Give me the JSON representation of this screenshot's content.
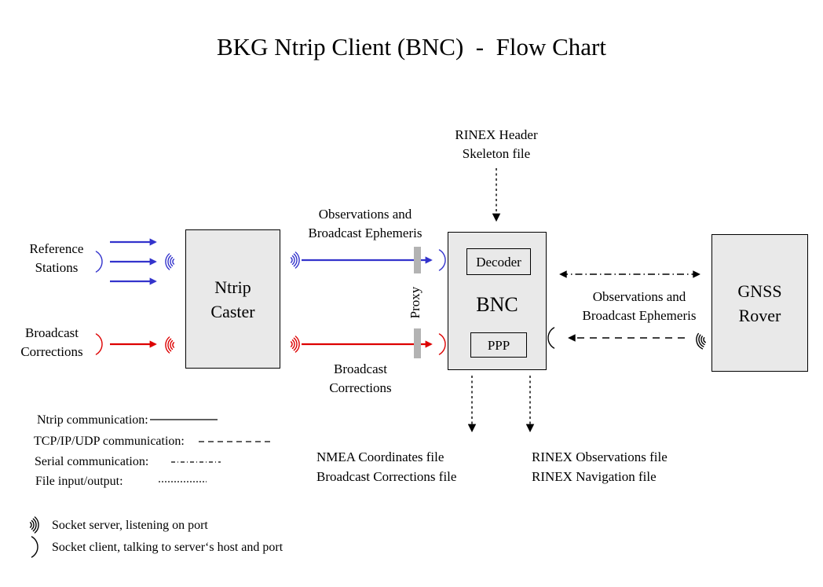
{
  "title": "BKG Ntrip Client (BNC)  -  Flow Chart",
  "colors": {
    "ntrip_blue": "#3333cc",
    "corrections_red": "#dd0000",
    "connector_black": "#000000",
    "node_fill": "#e9e9e9",
    "proxy_bar_gray": "#b3b3b3"
  },
  "nodes": {
    "ntrip_caster": {
      "label": "Ntrip\nCaster"
    },
    "bnc": {
      "label": "BNC",
      "decoder": "Decoder",
      "ppp": "PPP"
    },
    "gnss_rover": {
      "label": "GNSS\nRover"
    }
  },
  "labels": {
    "reference_stations": "Reference\nStations",
    "broadcast_corrections_input": "Broadcast\nCorrections",
    "observations_ephemeris_caster_bnc": "Observations and\nBroadcast Ephemeris",
    "proxy": "Proxy",
    "broadcast_corrections_mid": "Broadcast\nCorrections",
    "rinex_header_skeleton": "RINEX Header\nSkeleton file",
    "observations_ephemeris_bnc_rover": "Observations and\nBroadcast Ephemeris",
    "nmea_output_files": "NMEA Coordinates file\nBroadcast Corrections file",
    "rinex_output_files": "RINEX Observations file\nRINEX Navigation file"
  },
  "legend": {
    "lines": [
      {
        "label": "Ntrip communication:",
        "style": "solid"
      },
      {
        "label": "TCP/IP/UDP communication:",
        "style": "dashed"
      },
      {
        "label": "Serial communication:",
        "style": "dash-dot"
      },
      {
        "label": "File input/output:",
        "style": "fine-dashed"
      }
    ],
    "sockets": [
      {
        "label": "Socket server, listening on port"
      },
      {
        "label": "Socket client, talking to server‘s host and port"
      }
    ]
  }
}
